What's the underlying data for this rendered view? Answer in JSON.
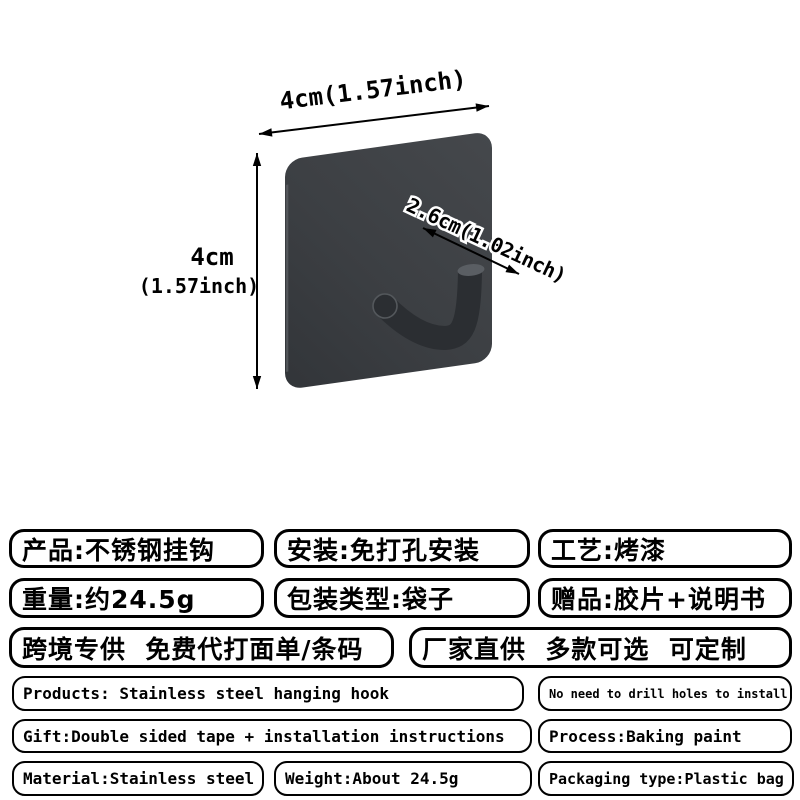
{
  "figure": {
    "width_label": "4cm(1.57inch)",
    "height_label_cm": "4cm",
    "height_label_inch": "(1.57inch)",
    "hook_label": "2.6cm(1.02inch)",
    "colors": {
      "background": "#ffffff",
      "plate": "#3e4145",
      "plate_dark": "#33363a",
      "plate_edge_highlight": "#5f6367",
      "hook": "#2b2e32",
      "hook_cap_top": "#5a5e63",
      "arrow": "#000000",
      "label_text": "#000000"
    }
  },
  "spec_rows": [
    {
      "cells": [
        "产品:不锈钢挂钩",
        "安装:免打孔安装",
        "工艺:烤漆"
      ]
    },
    {
      "cells": [
        "重量:约24.5g",
        "包装类型:袋子",
        "赠品:胶片+说明书"
      ]
    },
    {
      "cells": [
        "跨境专供  免费代打面单/条码",
        "厂家直供  多款可选  可定制"
      ]
    },
    {
      "cells": [
        "Products: Stainless steel hanging hook",
        "No need to drill holes to install"
      ]
    },
    {
      "cells": [
        "Gift:Double sided tape + installation instructions",
        "Process:Baking paint"
      ]
    },
    {
      "cells": [
        "Material:Stainless steel",
        "Weight:About 24.5g",
        "Packaging type:Plastic bag"
      ]
    }
  ]
}
